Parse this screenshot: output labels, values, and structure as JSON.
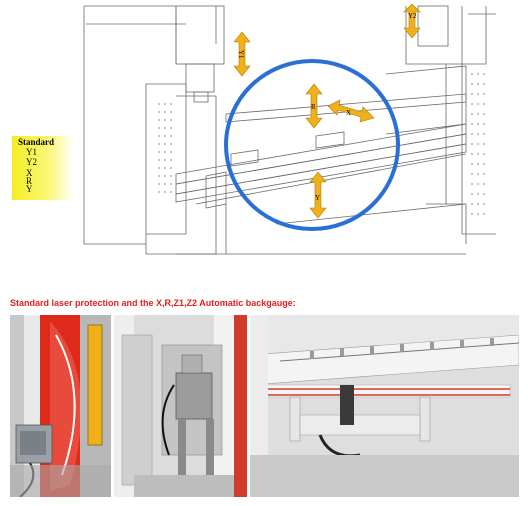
{
  "diagram": {
    "legend": {
      "title": "Standard",
      "items": [
        "Y1",
        "Y2",
        "X",
        "R",
        "Y"
      ]
    },
    "arrow_labels": {
      "y1": "Y1",
      "y2": "Y2",
      "r": "R",
      "x": "X",
      "y": "Y"
    },
    "colors": {
      "arrow": "#f0b01a",
      "circle": "#2a6fd6",
      "legend": "#f3ee22"
    }
  },
  "caption": {
    "text": "Standard laser protection and the X,R,Z1,Z2 Automatic backgauge:",
    "color": "#e02020"
  },
  "photos": [
    {
      "subject": "laser-protection-device"
    },
    {
      "subject": "backgauge-linear-guide"
    },
    {
      "subject": "backgauge-assembly"
    }
  ]
}
